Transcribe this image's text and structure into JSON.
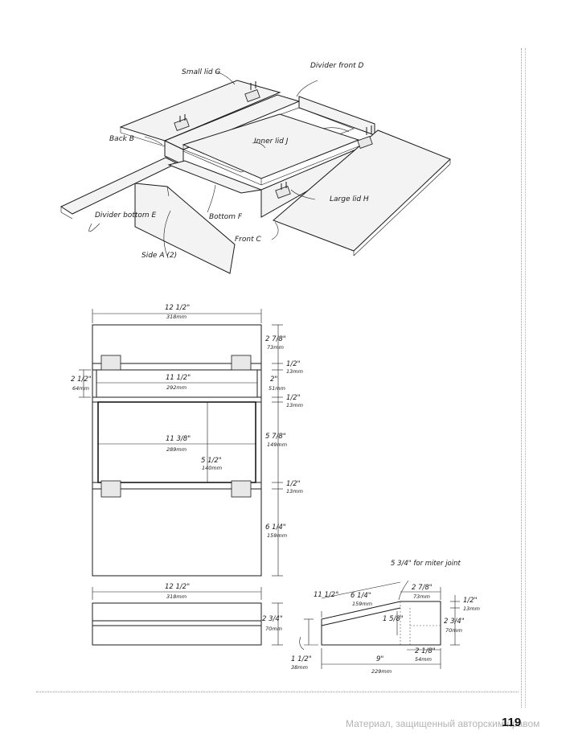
{
  "labels": {
    "small_lid": "Small lid G",
    "divider_front": "Divider front D",
    "back": "Back B",
    "inner_lid": "Inner lid J",
    "large_lid": "Large lid H",
    "divider_bottom": "Divider bottom E",
    "bottom": "Bottom F",
    "front": "Front C",
    "side": "Side A (2)"
  },
  "plan_dims": {
    "top_width": "12 1/2\"",
    "top_width_mm": "318mm",
    "inner_width": "11 1/2\"",
    "inner_width_mm": "292mm",
    "well_width": "11 3/8\"",
    "well_width_mm": "289mm",
    "well_depth": "5 1/2\"",
    "well_depth_mm": "140mm",
    "left_depth": "2 1/2\"",
    "left_depth_mm": "64mm",
    "r1": "2 7/8\"",
    "r1_mm": "73mm",
    "r2": "1/2\"",
    "r2_mm": "13mm",
    "r3": "2\"",
    "r3_mm": "51mm",
    "r4": "1/2\"",
    "r4_mm": "13mm",
    "r5": "5 7/8\"",
    "r5_mm": "149mm",
    "r6": "1/2\"",
    "r6_mm": "13mm",
    "r7": "6 1/4\"",
    "r7_mm": "159mm"
  },
  "front_dims": {
    "width": "12 1/2\"",
    "width_mm": "318mm",
    "height": "2 3/4\"",
    "height_mm": "70mm"
  },
  "side_dims": {
    "miter_note": "5 3/4\" for miter joint",
    "slope_len": "6 1/4\"",
    "slope_len_mm": "159mm",
    "angle": "11 1/2°",
    "top_flat": "2 7/8\"",
    "top_flat_mm": "73mm",
    "rise": "1 5/8\"",
    "thick": "1/2\"",
    "thick_mm": "13mm",
    "height": "2 3/4\"",
    "height_mm": "70mm",
    "low_h": "1 1/2\"",
    "low_h_mm": "38mm",
    "base_r": "2 1/8\"",
    "base_r_mm": "54mm",
    "length": "9\"",
    "length_mm": "229mm"
  },
  "footer": {
    "watermark": "Материал, защищенный авторским правом",
    "page_number": "119"
  }
}
